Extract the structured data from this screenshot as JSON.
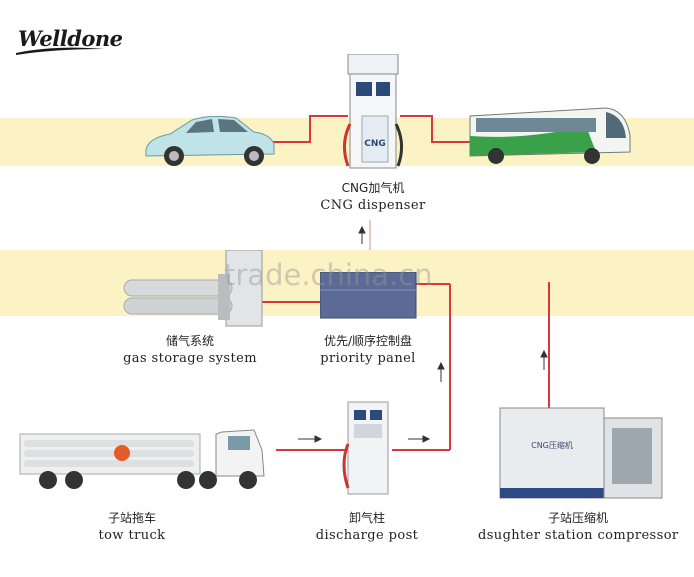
{
  "logo": {
    "text": "Welldone"
  },
  "watermark": "trade.china.cn",
  "nodes": {
    "dispenser": {
      "zh": "CNG加气机",
      "en": "CNG dispenser",
      "device_text": "CNG"
    },
    "storage": {
      "zh": "储气系统",
      "en": "gas storage system"
    },
    "panel": {
      "zh": "优先/顺序控制盘",
      "en": "priority panel"
    },
    "truck": {
      "zh": "子站拖车",
      "en": "tow truck"
    },
    "post": {
      "zh": "卸气柱",
      "en": "discharge post"
    },
    "compressor": {
      "zh": "子站压缩机",
      "en": "dsughter station compressor",
      "device_text": "CNG压缩机"
    }
  },
  "colors": {
    "line": "#d9363e",
    "band": "#fbf3c4",
    "arrow": "#333333"
  }
}
